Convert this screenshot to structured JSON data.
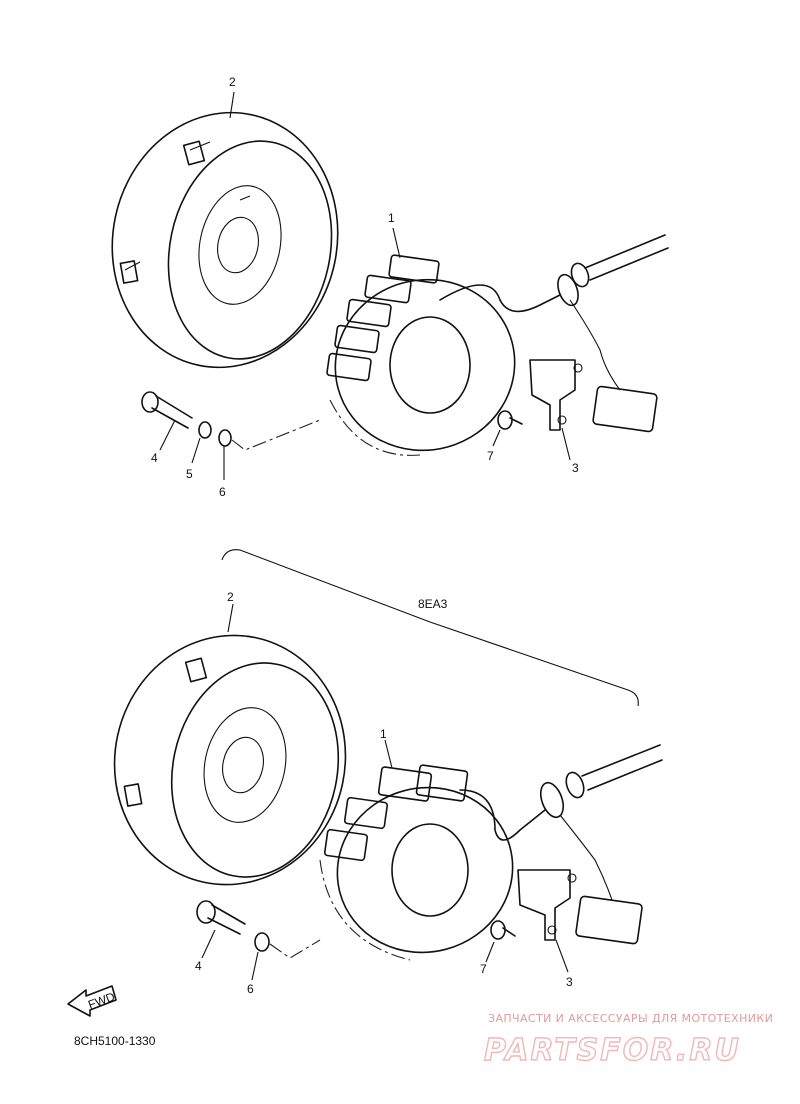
{
  "callouts": {
    "top": {
      "p1": "1",
      "p2": "2",
      "p3": "3",
      "p4": "4",
      "p5": "5",
      "p6": "6",
      "p7": "7"
    },
    "bottom": {
      "p1": "1",
      "p2": "2",
      "p3": "3",
      "p4": "4",
      "p6": "6",
      "p7": "7"
    }
  },
  "group_label": "8EA3",
  "fwd_label": "FWD",
  "diagram_code": "8CH5100-1330",
  "watermark": {
    "subtitle": "ЗАПЧАСТИ И АКСЕССУАРЫ ДЛЯ МОТОТЕХНИКИ",
    "brand": "PARTSFOR.RU"
  }
}
